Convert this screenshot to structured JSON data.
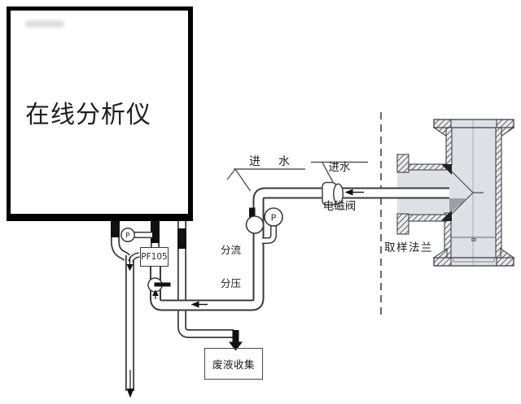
{
  "analyzer": {
    "label": "在线分析仪"
  },
  "pf_unit": {
    "label": "PF105"
  },
  "waste_box": {
    "label": "废液收集"
  },
  "annotations": {
    "inlet_water": "进　水",
    "solenoid_line1": "进水",
    "solenoid_line2": "电磁阀",
    "split_line1": "分流",
    "split_line2": "分压",
    "sampling_flange": "取样法兰",
    "dimension_mark": "8"
  },
  "gauges": {
    "pressure_symbol_left": "P",
    "pressure_symbol_right": "P"
  },
  "colors": {
    "line": "#3a3a3a",
    "solid_black": "#111111",
    "flange_fill": "#dde1e6",
    "flange_shadow": "#9aa0a8",
    "background": "#ffffff"
  }
}
